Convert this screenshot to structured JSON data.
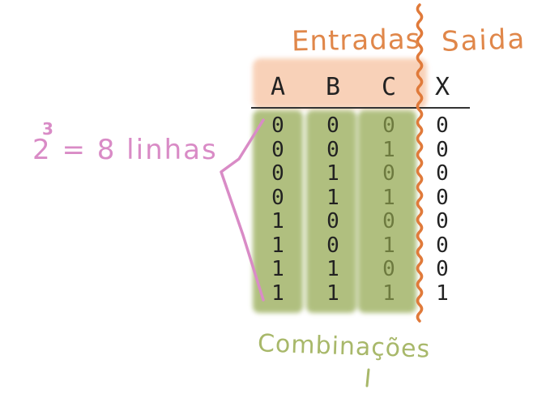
{
  "labels": {
    "inputs": "Entradas",
    "output": "Saida",
    "rows_base": "2",
    "rows_exponent": "3",
    "rows_rest": " = 8 linhas",
    "combinations": "Combinações"
  },
  "table": {
    "headers": [
      "A",
      "B",
      "C",
      "X"
    ],
    "rows": [
      [
        "0",
        "0",
        "0",
        "0"
      ],
      [
        "0",
        "0",
        "1",
        "0"
      ],
      [
        "0",
        "1",
        "0",
        "0"
      ],
      [
        "0",
        "1",
        "1",
        "0"
      ],
      [
        "1",
        "0",
        "0",
        "0"
      ],
      [
        "1",
        "0",
        "1",
        "0"
      ],
      [
        "1",
        "1",
        "0",
        "0"
      ],
      [
        "1",
        "1",
        "1",
        "1"
      ]
    ]
  },
  "colors": {
    "inputs_label": "#e0874a",
    "output_label": "#e0874a",
    "separator": "#e07a3a",
    "header_wash": "#f4b48a",
    "body_wash": "#8fa54a",
    "annotation_pink": "#d98bc6",
    "combination_label": "#a8b86a",
    "ink": "#222222",
    "faded_ink": "#6d7a3f"
  }
}
